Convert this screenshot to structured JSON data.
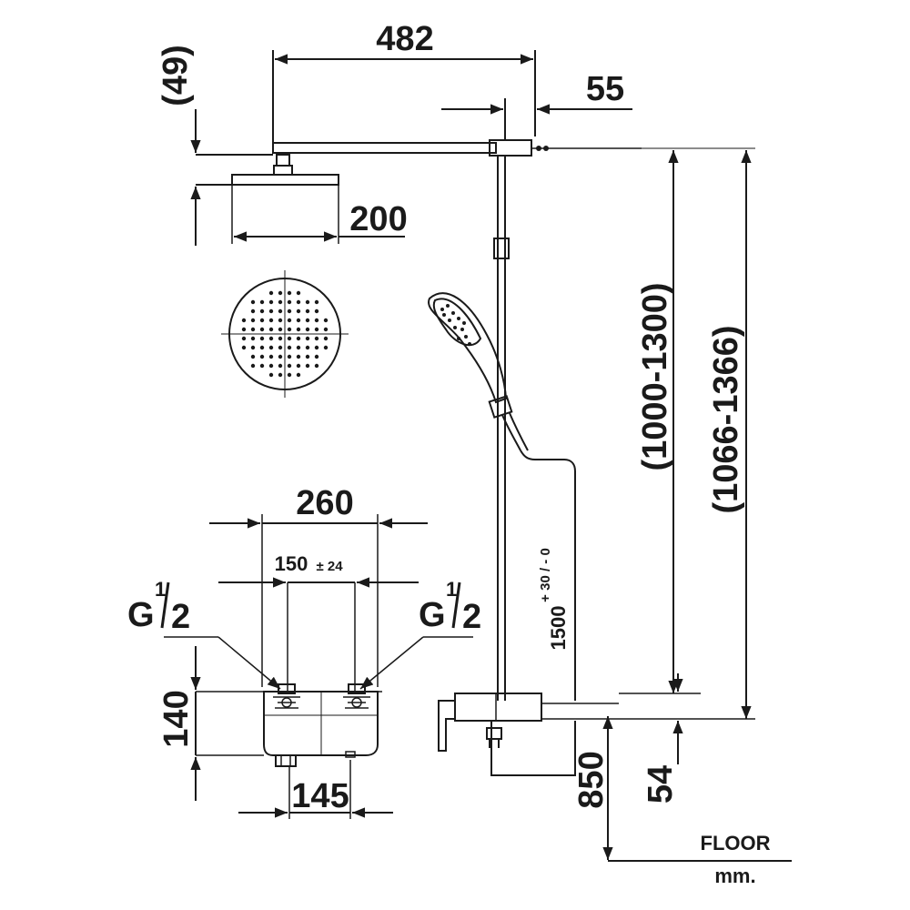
{
  "dimensions": {
    "arm_length": "482",
    "head_offset": "(49)",
    "rail_offset": "55",
    "head_diameter": "200",
    "height_range_rail": "(1000-1300)",
    "height_range_head": "(1066-1366)",
    "mixer_width": "260",
    "inlet_spacing": "150",
    "inlet_tolerance": "± 24",
    "mixer_height": "140",
    "mixer_depth": "145",
    "inlet_height": "850",
    "outlet_offset": "54",
    "vertical_nominal": "1500",
    "vertical_tolerance": "+ 30 / - 0"
  },
  "thread_labels": {
    "left": {
      "base": "G",
      "num": "1",
      "den": "2"
    },
    "right": {
      "base": "G",
      "num": "1",
      "den": "2"
    }
  },
  "labels": {
    "floor": "FLOOR",
    "units": "mm."
  }
}
